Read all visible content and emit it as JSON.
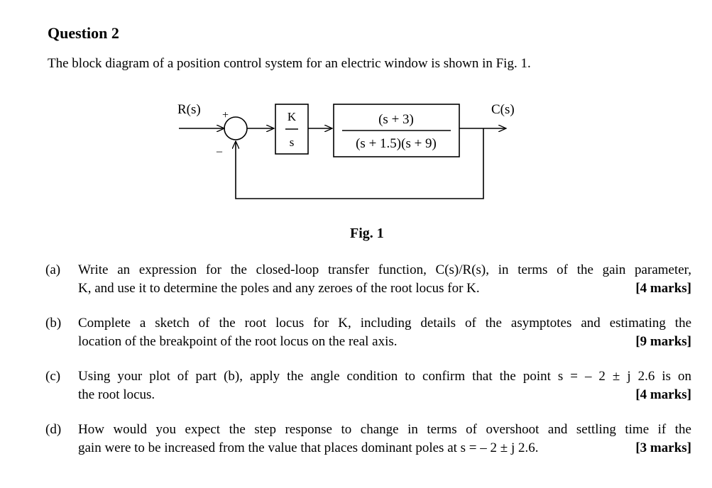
{
  "heading": "Question 2",
  "intro": "The block diagram of a position control system for an electric window is shown in Fig. 1.",
  "diagram": {
    "input_label": "R(s)",
    "output_label": "C(s)",
    "sum_plus": "+",
    "sum_minus": "–",
    "controller_num": "K",
    "controller_den": "s",
    "plant_num": "(s + 3)",
    "plant_den": "(s + 1.5)(s + 9)"
  },
  "figure_caption": "Fig. 1",
  "parts": [
    {
      "letter": "(a)",
      "line1": "Write an expression for the closed-loop transfer function, C(s)/R(s), in terms of the gain parameter,",
      "line2": "K, and use it to determine the poles and any zeroes of the root locus for K.",
      "marks": "[4 marks]"
    },
    {
      "letter": "(b)",
      "line1": "Complete a sketch of the root locus for K, including details of the asymptotes and estimating the",
      "line2": "location of the breakpoint of the root locus on the real axis.",
      "marks": "[9 marks]"
    },
    {
      "letter": "(c)",
      "line1": "Using your plot of part (b), apply the angle condition to confirm that the point s = – 2 ± j 2.6  is on",
      "line2": "the root locus.",
      "marks": "[4 marks]"
    },
    {
      "letter": "(d)",
      "line1": "How would you expect the step response to change in terms of overshoot and settling time if the",
      "line2": "gain were to be increased from the value that places dominant poles at s = – 2 ± j 2.6.",
      "marks": "[3 marks]"
    }
  ]
}
